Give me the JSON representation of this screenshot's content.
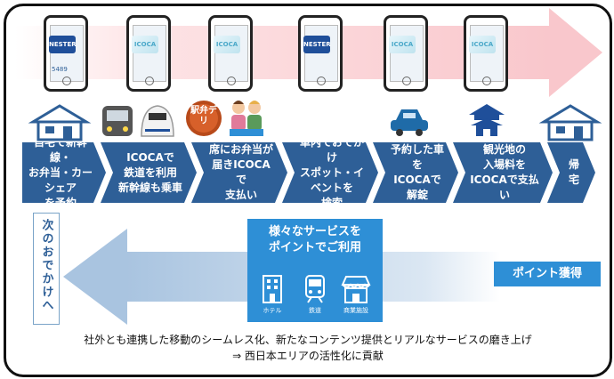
{
  "phones": [
    {
      "card": "NESTER",
      "caption": "5489"
    },
    {
      "card": "ICOCA"
    },
    {
      "card": "ICOCA"
    },
    {
      "card": "NESTER"
    },
    {
      "card": "ICOCA"
    },
    {
      "card": "ICOCA"
    }
  ],
  "ekiben_label": "駅弁デリ",
  "steps": [
    "自宅で新幹線・\nお弁当・カーシェア\nを予約",
    "ICOCAで\n鉄道を利用\n新幹線も乗車",
    "席にお弁当が\n届きICOCAで\n支払い",
    "車内でおでかけ\nスポット・イベントを\n検索",
    "予約した車を\nICOCAで\n解錠",
    "観光地の\n入場料を\nICOCAで支払い",
    "帰\n宅"
  ],
  "next_outing": "次のおでかけへ",
  "points_earned": "ポイント獲得",
  "services_title": "様々なサービスを\nポイントでご利用",
  "services": [
    "ホテル",
    "鉄道",
    "商業施設"
  ],
  "footer_line1": "社外とも連携した移動のシームレス化、新たなコンテンツ提供とリアルなサービスの磨き上げ",
  "footer_line2": "⇒ 西日本エリアの活性化に貢献",
  "colors": {
    "chevron": "#2e5f97",
    "service_box": "#2e8fd6",
    "pink_arrow": "#f9c7cc"
  }
}
